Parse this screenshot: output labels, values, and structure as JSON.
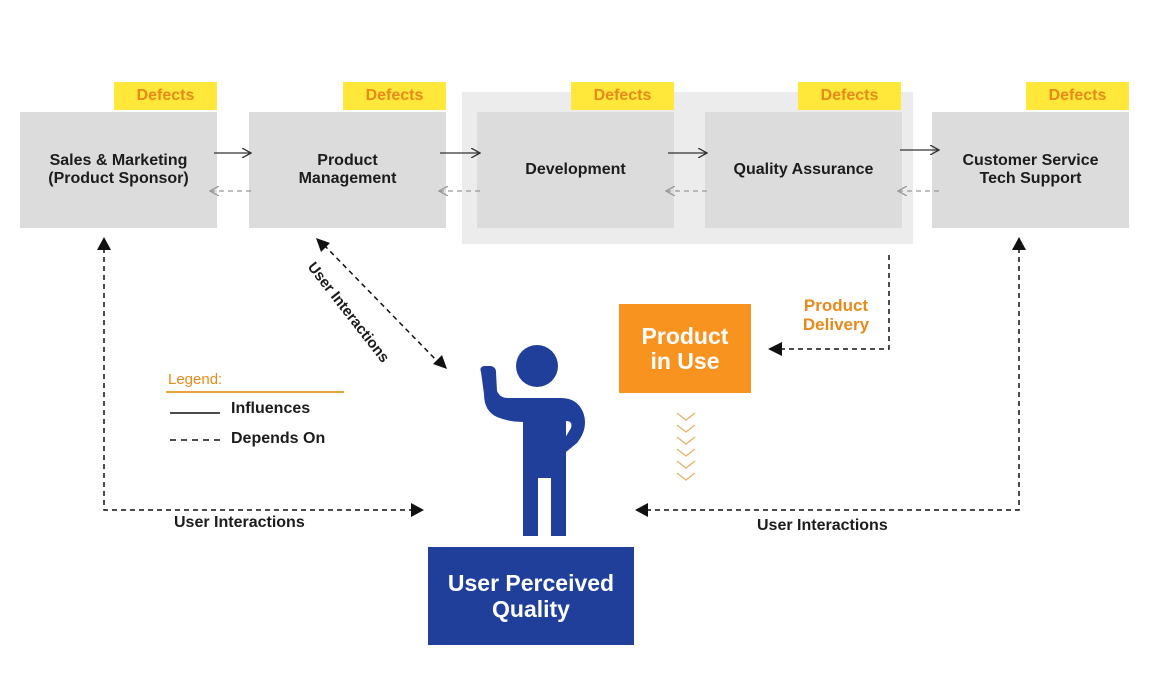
{
  "stages": [
    {
      "line1": "Sales & Marketing",
      "line2": "(Product Sponsor)"
    },
    {
      "line1": "Product",
      "line2": "Management"
    },
    {
      "line1": "Development",
      "line2": ""
    },
    {
      "line1": "Quality Assurance",
      "line2": ""
    },
    {
      "line1": "Customer Service",
      "line2": "Tech Support"
    }
  ],
  "defect_label": "Defects",
  "product_in_use": {
    "line1": "Product",
    "line2": "in Use"
  },
  "product_delivery": {
    "line1": "Product",
    "line2": "Delivery"
  },
  "user_perceived_quality": {
    "line1": "User Perceived",
    "line2": "Quality"
  },
  "user_interactions_label": "User Interactions",
  "legend": {
    "title": "Legend:",
    "influences": "Influences",
    "depends_on": "Depends On"
  },
  "colors": {
    "stage": "#dcdcdc",
    "defect_tag": "#ffe83a",
    "accent_orange": "#f7931e",
    "user_blue": "#1f3f9a"
  }
}
